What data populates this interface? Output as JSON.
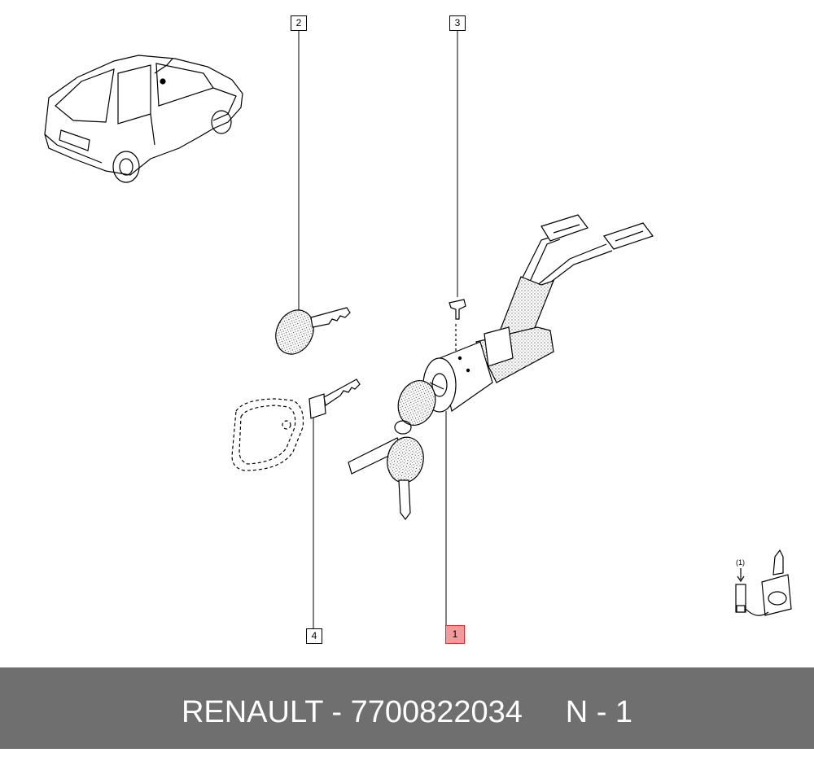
{
  "callouts": {
    "c1": "1",
    "c2": "2",
    "c3": "3",
    "c4": "4"
  },
  "inset": {
    "label": "(1)"
  },
  "footer": {
    "text": "RENAULT - 7700822034     N - 1"
  },
  "colors": {
    "highlight": "#f39a9a",
    "footer_bg": "#6f6f6f",
    "footer_text": "#ffffff"
  }
}
